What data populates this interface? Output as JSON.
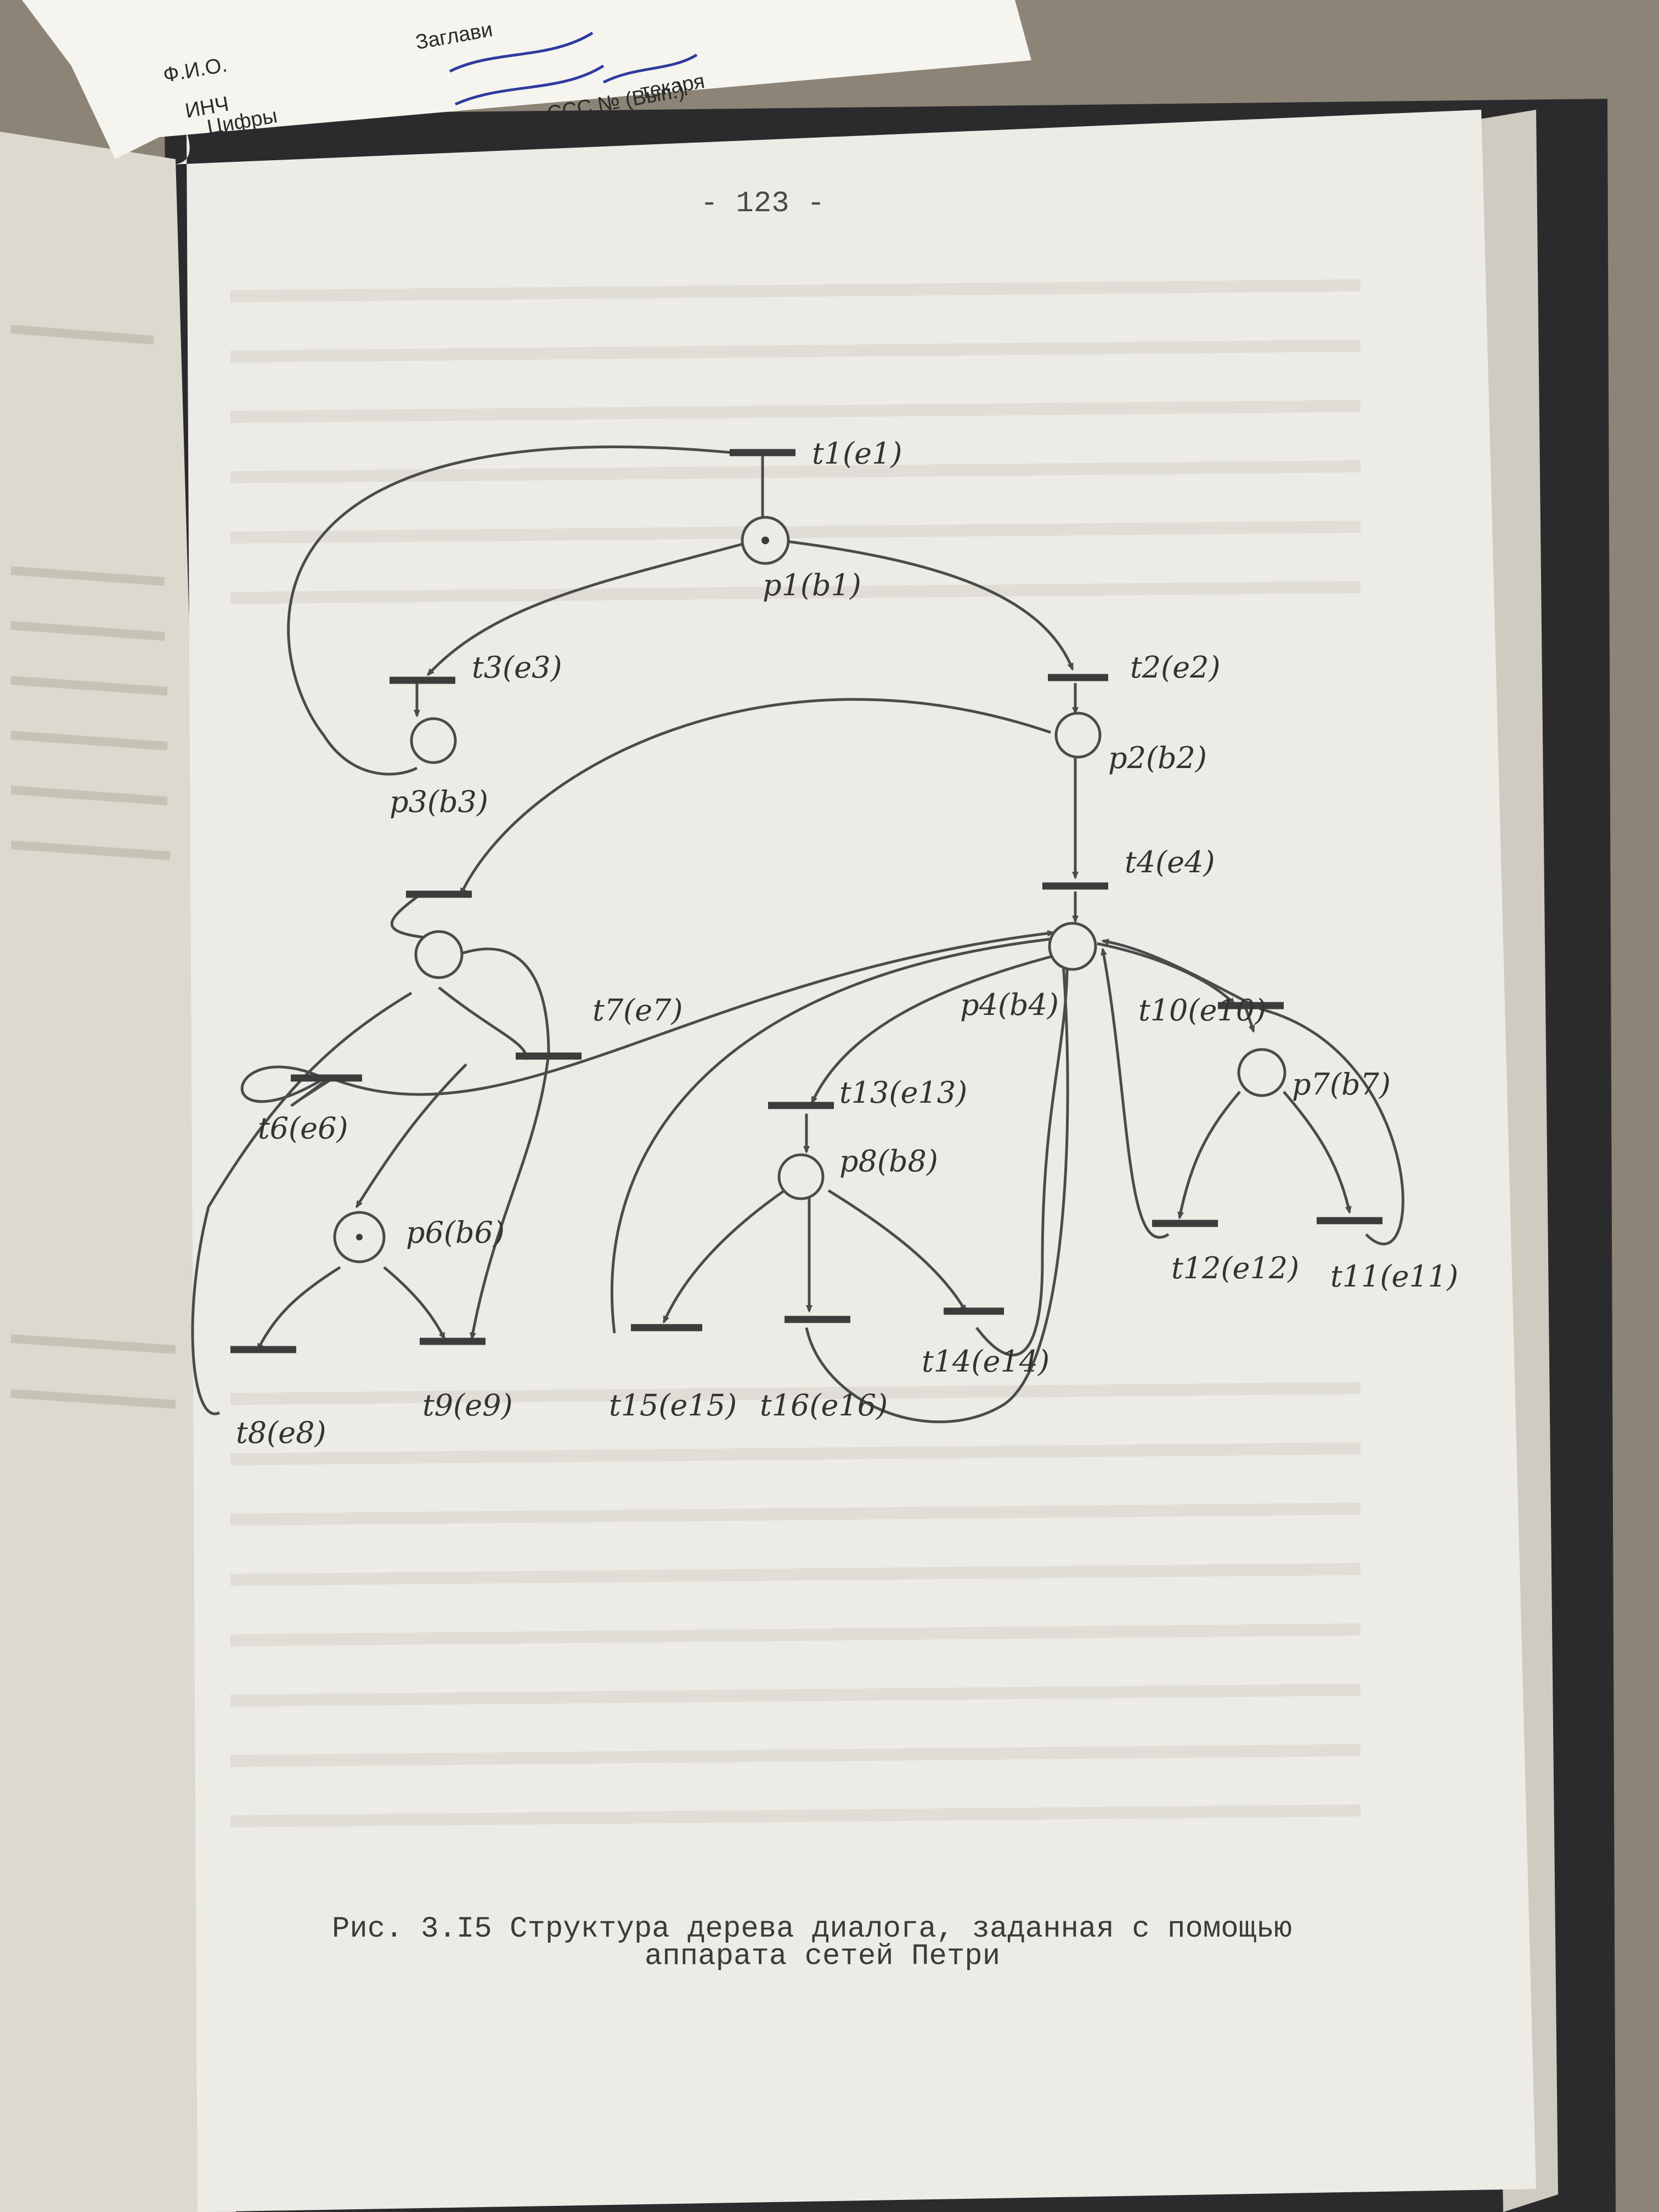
{
  "slip": {
    "field_fio": "Ф.И.О.",
    "field_inch": "ИНЧ",
    "field_digits": "Цифры",
    "field_title": "Заглави",
    "field_ssc": "ССС № (Вып.)",
    "field_librarian": "текаря"
  },
  "page": {
    "number": "- 123 -",
    "caption_line1": "Рис. 3.I5 Структура дерева диалога, заданная с помощью",
    "caption_line2": "аппарата сетей Петри"
  },
  "diagram": {
    "places": [
      {
        "id": "p1",
        "label": "p1(b1)",
        "token": true
      },
      {
        "id": "p2",
        "label": "p2(b2)",
        "token": false
      },
      {
        "id": "p3",
        "label": "p3(b3)",
        "token": false
      },
      {
        "id": "p4",
        "label": "p4(b4)",
        "token": false
      },
      {
        "id": "p5",
        "label": "",
        "token": false
      },
      {
        "id": "p6",
        "label": "p6(b6)",
        "token": true
      },
      {
        "id": "p7",
        "label": "p7(b7)",
        "token": false
      },
      {
        "id": "p8",
        "label": "p8(b8)",
        "token": false
      }
    ],
    "transitions": [
      {
        "id": "t1",
        "label": "t1(e1)"
      },
      {
        "id": "t2",
        "label": "t2(e2)"
      },
      {
        "id": "t3",
        "label": "t3(e3)"
      },
      {
        "id": "t4",
        "label": "t4(e4)"
      },
      {
        "id": "t5",
        "label": ""
      },
      {
        "id": "t6",
        "label": "t6(e6)"
      },
      {
        "id": "t7",
        "label": "t7(e7)"
      },
      {
        "id": "t8",
        "label": "t8(e8)"
      },
      {
        "id": "t9",
        "label": "t9(e9)"
      },
      {
        "id": "t10",
        "label": "t10(e10)"
      },
      {
        "id": "t11",
        "label": "t11(e11)"
      },
      {
        "id": "t12",
        "label": "t12(e12)"
      },
      {
        "id": "t13",
        "label": "t13(e13)"
      },
      {
        "id": "t14",
        "label": "t14(e14)"
      },
      {
        "id": "t15",
        "label": "t15(e15)"
      },
      {
        "id": "t16",
        "label": "t16(e16)"
      }
    ]
  },
  "colors": {
    "paper": "#ecebe6",
    "ink": "#3c3c3c",
    "book_cover": "#2b2b2e",
    "slip_pen": "#2f3a9e"
  }
}
